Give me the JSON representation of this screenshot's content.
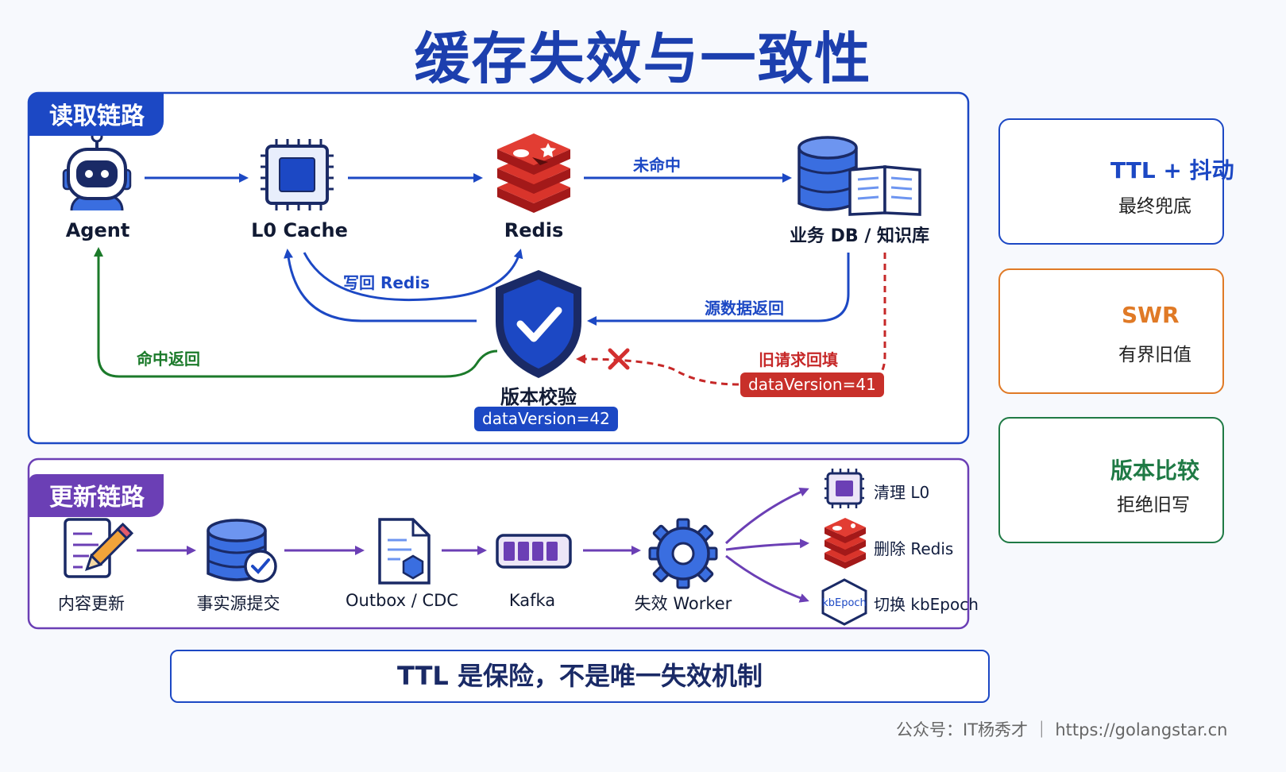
{
  "title": "缓存失效与一致性",
  "read_chain": {
    "tag": "读取链路",
    "nodes": {
      "agent": "Agent",
      "l0_cache": "L0 Cache",
      "redis": "Redis",
      "db": "业务 DB / 知识库",
      "version_check": "版本校验"
    },
    "edges": {
      "miss": "未命中",
      "write_back": "写回 Redis",
      "source_return": "源数据返回",
      "hit_return": "命中返回",
      "stale_backfill": "旧请求回填"
    },
    "current_version": "dataVersion=42",
    "stale_version": "dataVersion=41"
  },
  "update_chain": {
    "tag": "更新链路",
    "nodes": {
      "content_update": "内容更新",
      "commit": "事实源提交",
      "outbox": "Outbox / CDC",
      "kafka": "Kafka",
      "worker": "失效 Worker"
    },
    "actions": {
      "clear_l0": "清理 L0",
      "delete_redis": "删除 Redis",
      "switch_epoch": "切换 kbEpoch"
    },
    "epoch_icon_text": "kbEpoch"
  },
  "cards": [
    {
      "title": "TTL + 抖动",
      "subtitle": "最终兜底",
      "icon": "clock-icon",
      "color": "#1c48c4"
    },
    {
      "title": "SWR",
      "subtitle": "有界旧值",
      "icon": "refresh-icon",
      "color": "#e07a26"
    },
    {
      "title": "版本比较",
      "subtitle": "拒绝旧写",
      "icon": "shield-scale-icon",
      "color": "#1f7a45"
    }
  ],
  "bottom_note": "TTL 是保险，不是唯一失效机制",
  "footer": "公众号：IT杨秀才 ｜ https://golangstar.cn"
}
